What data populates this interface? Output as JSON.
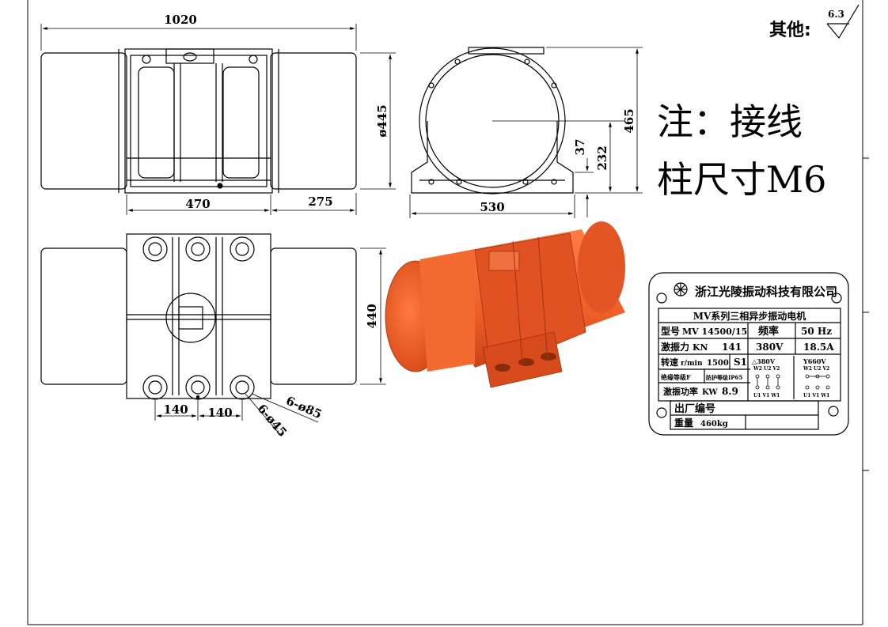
{
  "drawing": {
    "other_label": "其他:",
    "roughness": "6.3",
    "note_line1": "注：接线",
    "note_line2": "柱尺寸M6"
  },
  "dimensions": {
    "total_length": "1020",
    "body_diameter": "ø445",
    "foot_span": "470",
    "overhang": "275",
    "total_height": "465",
    "center_height": "232",
    "foot_height": "37",
    "base_width": "530",
    "mount_width": "440",
    "hole_pitch_1": "140",
    "hole_pitch_2": "140",
    "counterbore": "6-ø85",
    "bolt_hole": "6-ø45"
  },
  "nameplate": {
    "company": "浙江光陵振动科技有限公司",
    "series": "MV系列三相异步振动电机",
    "model_label": "型号",
    "model_value": "MV 14500/15",
    "freq_label": "频率",
    "freq_value": "50 Hz",
    "force_label": "激振力",
    "force_unit": "KN",
    "force_value": "141",
    "voltage": "380V",
    "current": "18.5A",
    "speed_label": "转速",
    "speed_unit": "r/min",
    "speed_value": "1500",
    "duty": "S1",
    "delta_voltage": "△380V",
    "star_voltage": "Y660V",
    "insulation": "绝缘等级F",
    "protection": "防护等级IP65",
    "power_label": "激振功率",
    "power_unit": "KW",
    "power_value": "8.9",
    "terminals_top": "W2 U2 V2",
    "terminals_bottom": "U1 V1 W1",
    "serial_label": "出厂编号",
    "weight_label": "重量",
    "weight_value": "460kg"
  },
  "colors": {
    "motor_body": "#f0622a",
    "motor_dark": "#c8441a",
    "line": "#000000"
  }
}
